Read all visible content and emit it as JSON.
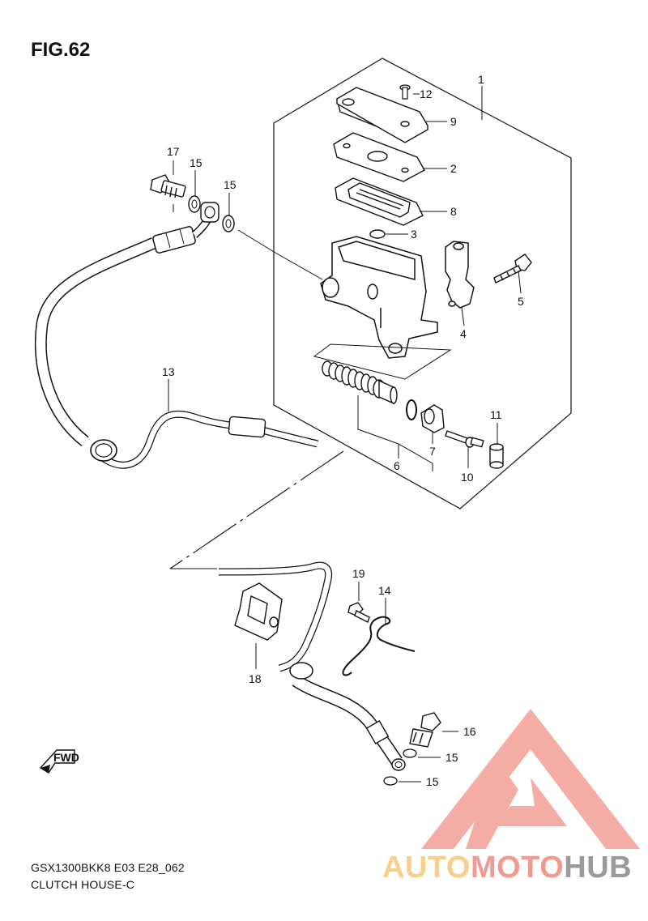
{
  "figure": {
    "title": "FIG.62",
    "model_code": "GSX1300BKK8 E03 E28_062",
    "section_name": "CLUTCH HOUSE-C"
  },
  "callouts": [
    "1",
    "2",
    "3",
    "4",
    "5",
    "6",
    "7",
    "8",
    "9",
    "10",
    "11",
    "12",
    "13",
    "14",
    "15",
    "15",
    "15",
    "15",
    "16",
    "17",
    "18",
    "19"
  ],
  "direction_marker": "FWD",
  "watermark": {
    "part1": "AUTO",
    "part2": "MOTO",
    "part3": "HUB",
    "colors": {
      "auto": "#f7cf8a",
      "moto": "#f29a8f",
      "hub": "#9a9a9a",
      "logo": "#f4a79d"
    }
  }
}
